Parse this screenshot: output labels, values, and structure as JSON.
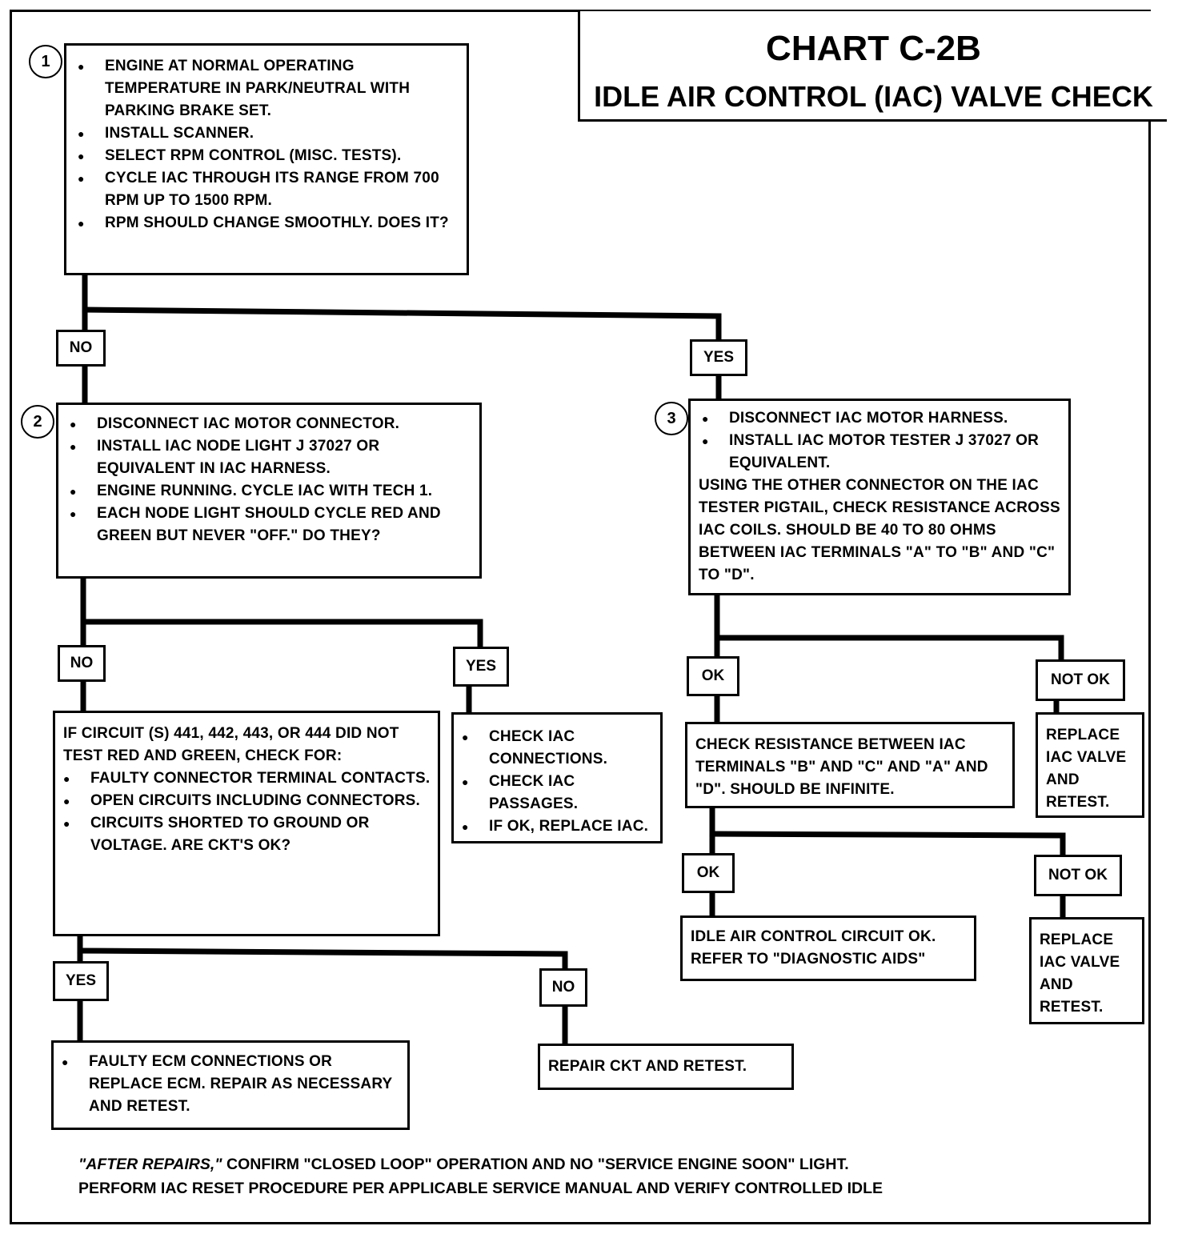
{
  "title": {
    "chart_id": "CHART C-2B",
    "subtitle": "IDLE AIR CONTROL (IAC) VALVE CHECK"
  },
  "steps": {
    "step1": {
      "number": "1",
      "items": [
        "ENGINE AT NORMAL OPERATING TEMPERATURE IN PARK/NEUTRAL WITH PARKING BRAKE SET.",
        "INSTALL SCANNER.",
        "SELECT RPM CONTROL  (MISC. TESTS).",
        "CYCLE IAC THROUGH ITS RANGE FROM 700 RPM UP TO 1500 RPM.",
        "RPM SHOULD CHANGE SMOOTHLY. DOES IT?"
      ]
    },
    "step2": {
      "number": "2",
      "items": [
        "DISCONNECT IAC MOTOR CONNECTOR.",
        "INSTALL IAC NODE LIGHT J 37027 OR EQUIVALENT IN IAC HARNESS.",
        "ENGINE RUNNING.  CYCLE IAC WITH TECH 1.",
        "EACH NODE LIGHT SHOULD CYCLE RED AND GREEN BUT NEVER \"OFF.\" DO THEY?"
      ]
    },
    "step3": {
      "number": "3",
      "items": [
        "DISCONNECT IAC MOTOR HARNESS.",
        "INSTALL IAC MOTOR TESTER J 37027 OR EQUIVALENT."
      ],
      "text": "USING THE OTHER CONNECTOR ON THE IAC TESTER PIGTAIL, CHECK RESISTANCE ACROSS IAC COILS.  SHOULD BE 40 TO 80 OHMS BETWEEN IAC TERMINALS \"A\" TO \"B\" AND \"C\" TO \"D\"."
    }
  },
  "labels": {
    "no": "NO",
    "yes": "YES",
    "ok": "OK",
    "not_ok": "NOT OK"
  },
  "boxes": {
    "circuit_check": {
      "intro": "IF CIRCUIT (S) 441, 442, 443, OR 444 DID NOT TEST RED AND GREEN, CHECK FOR:",
      "items": [
        "FAULTY CONNECTOR TERMINAL CONTACTS.",
        "OPEN CIRCUITS INCLUDING CONNECTORS.",
        "CIRCUITS SHORTED TO GROUND OR VOLTAGE. ARE CKT'S OK?"
      ]
    },
    "check_iac": {
      "items": [
        "CHECK IAC CONNECTIONS.",
        "CHECK IAC PASSAGES.",
        "IF OK, REPLACE IAC."
      ]
    },
    "ecm": {
      "items": [
        "FAULTY ECM CONNECTIONS OR REPLACE ECM. REPAIR AS NECESSARY AND RETEST."
      ]
    },
    "repair_ckt": {
      "text": "REPAIR CKT AND RETEST."
    },
    "resistance_bc": {
      "text": "CHECK RESISTANCE BETWEEN IAC TERMINALS \"B\" AND \"C\" AND \"A\" AND \"D\".  SHOULD BE INFINITE."
    },
    "replace_1": {
      "text": "REPLACE IAC VALVE AND RETEST."
    },
    "idle_ok": {
      "text": "IDLE AIR CONTROL CIRCUIT OK. REFER TO \"DIAGNOSTIC AIDS\""
    },
    "replace_2": {
      "text": "REPLACE IAC VALVE AND RETEST."
    }
  },
  "footer": {
    "line1_italic": "\"AFTER REPAIRS,\"",
    "line1_rest": " CONFIRM \"CLOSED LOOP\" OPERATION AND NO \"SERVICE ENGINE SOON\" LIGHT.",
    "line2": "PERFORM IAC RESET PROCEDURE PER APPLICABLE SERVICE MANUAL AND VERIFY CONTROLLED IDLE"
  }
}
